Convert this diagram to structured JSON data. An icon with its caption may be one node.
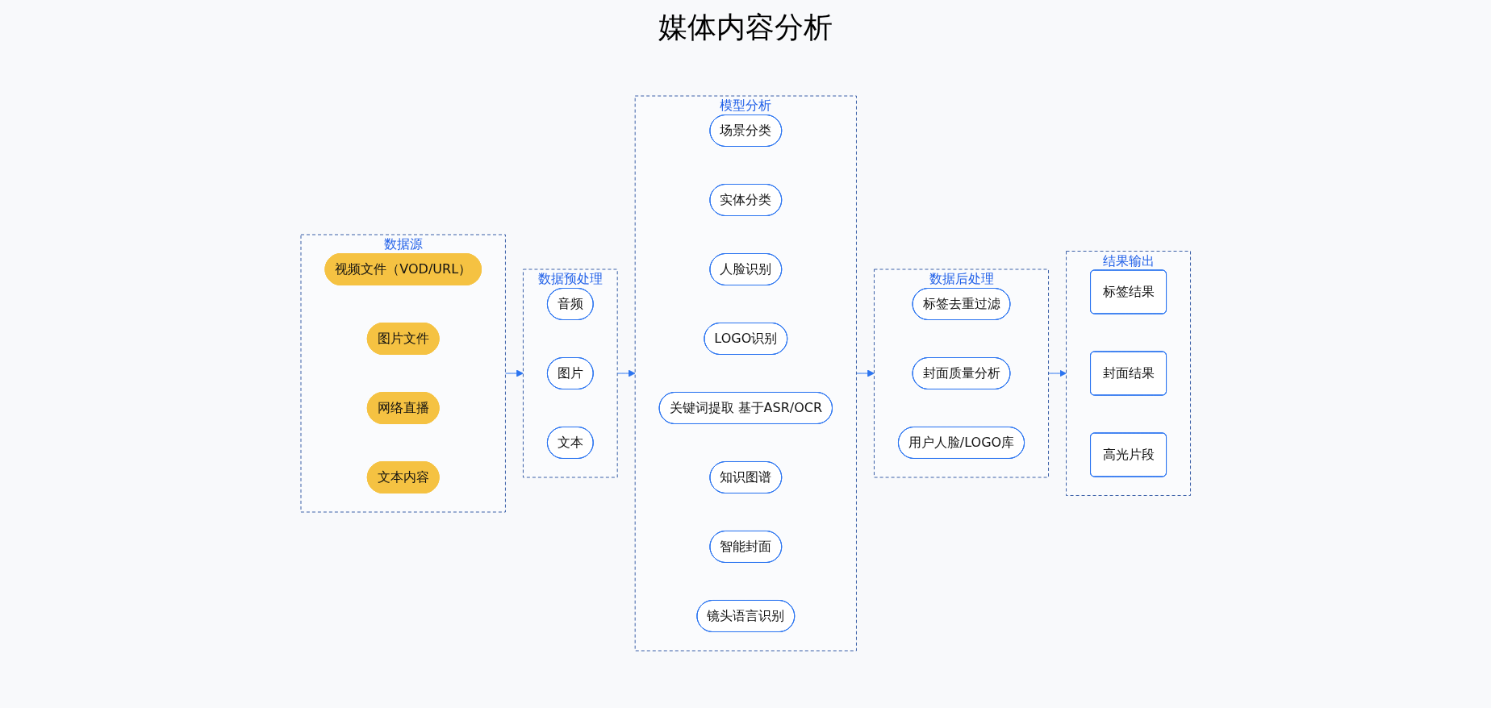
{
  "diagram": {
    "title": "媒体内容分析",
    "nodes": [
      {
        "text": [
          "数据源"
        ]
      },
      {
        "text": [
          "视频文件（VOD/URL）"
        ],
        "in": 0
      },
      {
        "text": [
          "图片文件"
        ],
        "in": 0
      },
      {
        "text": [
          "网络直播"
        ],
        "in": 0
      },
      {
        "text": [
          "文本内容"
        ],
        "in": 0
      },
      {
        "text": [
          "数据预处理"
        ]
      },
      {
        "text": [
          "音频"
        ],
        "in": 5
      },
      {
        "text": [
          "图片"
        ],
        "in": 5
      },
      {
        "text": [
          "文本"
        ],
        "in": 5
      },
      {
        "text": [
          "模型分析"
        ]
      },
      {
        "text": [
          "场景分类"
        ],
        "in": 9
      },
      {
        "text": [
          "实体分类"
        ],
        "in": 9
      },
      {
        "text": [
          "人脸识别"
        ],
        "in": 9
      },
      {
        "text": [
          "LOGO识别"
        ],
        "in": 9
      },
      {
        "text": [
          "关键词提取 基于ASR/OCR"
        ],
        "in": 9
      },
      {
        "text": [
          "知识图谱"
        ],
        "in": 9
      },
      {
        "text": [
          "智能封面"
        ],
        "in": 9
      },
      {
        "text": [
          "镜头语言识别"
        ],
        "in": 9
      },
      {
        "text": [
          "数据后处理"
        ]
      },
      {
        "text": [
          "标签去重过滤"
        ],
        "in": 18
      },
      {
        "text": [
          "封面质量分析"
        ],
        "in": 18
      },
      {
        "text": [
          "用户人脸/LOGO库"
        ],
        "in": 18
      },
      {
        "text": [
          "结果输出"
        ]
      },
      {
        "text": [
          "标签结果"
        ],
        "in": 22
      },
      {
        "text": [
          "封面结果"
        ],
        "in": 22
      },
      {
        "text": [
          "高光片段"
        ],
        "in": 22
      }
    ],
    "edges": [
      {
        "from": 0,
        "to": 5,
        "arrow": "to"
      },
      {
        "from": 5,
        "to": 9,
        "arrow": "to"
      },
      {
        "from": 9,
        "to": 18,
        "arrow": "to"
      },
      {
        "from": 18,
        "to": 22,
        "arrow": "to"
      }
    ]
  }
}
